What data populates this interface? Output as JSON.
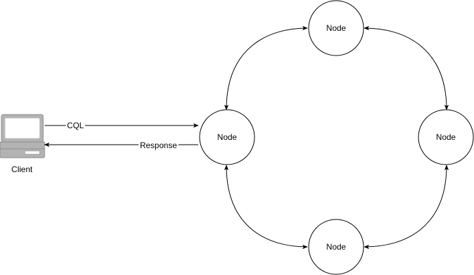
{
  "diagram": {
    "client": {
      "label": "Client",
      "icon": "laptop-icon"
    },
    "nodes": [
      {
        "id": "center",
        "label": "Node"
      },
      {
        "id": "top",
        "label": "Node"
      },
      {
        "id": "right",
        "label": "Node"
      },
      {
        "id": "bottom",
        "label": "Node"
      }
    ],
    "edges": {
      "request_label": "CQL",
      "response_label": "Response"
    },
    "colors": {
      "stroke": "#000000",
      "laptop_screen": "#ffffff",
      "laptop_body": "#b3b3b3",
      "laptop_dark": "#8c8c8c"
    }
  }
}
